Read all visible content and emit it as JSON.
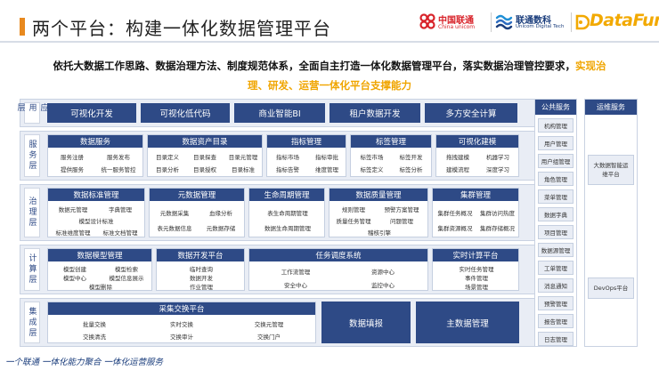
{
  "header": {
    "title": "两个平台：构建一体化数据管理平台",
    "logo_cu_name": "中国联通",
    "logo_cu_sub": "China unicom",
    "logo_ud_name": "联通数科",
    "logo_ud_sub": "Unicom Digital Tech",
    "logo_df": "DataFun."
  },
  "intro": {
    "line1_main": "依托大数据工作思路、数据治理方法、制度规范体系，全面自主打造一体化数据管理平台，落实数据治理管控要求，",
    "line1_hl": "实现治",
    "line2": "理、研发、运营一体化平台支撑能力"
  },
  "layers": {
    "app": {
      "label": "应用层",
      "items": [
        "可视化开发",
        "可视化低代码",
        "商业智能BI",
        "租户数据开发",
        "多方安全计算"
      ]
    },
    "service": {
      "label": "服务层",
      "groups": [
        {
          "title": "数据服务",
          "items": [
            "服务注册",
            "服务发布",
            "提供服务",
            "统一服务管控"
          ]
        },
        {
          "title": "数据资产目录",
          "items": [
            "目录定义",
            "目录探查",
            "目录元管理",
            "目录分析",
            "目录授权",
            "目录标准"
          ]
        },
        {
          "title": "指标管理",
          "items": [
            "指标市场",
            "指标审批",
            "指标告警",
            "维度管理"
          ]
        },
        {
          "title": "标签管理",
          "items": [
            "标签市场",
            "标签开发",
            "标签定义",
            "标签分析"
          ]
        },
        {
          "title": "可视化建模",
          "items": [
            "拖拽建模",
            "机器学习",
            "建模流程",
            "深度学习"
          ]
        }
      ]
    },
    "governance": {
      "label": "治理层",
      "groups": [
        {
          "title": "数据标准管理",
          "items": [
            "数据元管理",
            "字典管理",
            "模型设计标准",
            "标准维度管理",
            "标准文档管理"
          ]
        },
        {
          "title": "元数据管理",
          "items": [
            "元数据采集",
            "血缘分析",
            "表元数据信息",
            "元数据存储"
          ]
        },
        {
          "title": "生命周期管理",
          "items": [
            "表生命周期管理",
            "数据生命周期管理"
          ]
        },
        {
          "title": "数据质量管理",
          "items": [
            "规则管理",
            "预警方案管理",
            "质量任务管理",
            "问题管理",
            "稽核引擎"
          ]
        },
        {
          "title": "集群管理",
          "items": [
            "集群任务概况",
            "集群访问热度",
            "集群资源概况",
            "集群存储概况"
          ]
        }
      ]
    },
    "compute": {
      "label": "计算层",
      "groups": [
        {
          "title": "数据模型管理",
          "items": [
            "模型创建",
            "模型检索",
            "模型中心",
            "模型信息展示",
            "模型删除"
          ]
        },
        {
          "title": "数据开发平台",
          "items": [
            "临时查询",
            "数据开发",
            "作业管理"
          ]
        },
        {
          "title": "任务调度系统",
          "items": [
            "工作流管理",
            "资源中心",
            "安全中心",
            "监控中心"
          ]
        },
        {
          "title": "实时计算平台",
          "items": [
            "实时任务管理",
            "事件管理",
            "场景管理"
          ]
        }
      ]
    },
    "integration": {
      "label": "集成层",
      "group": {
        "title": "采集交换平台",
        "items": [
          "批量交换",
          "实时交换",
          "交换元管理",
          "交换清洗",
          "交换审计",
          "交换门户"
        ]
      },
      "boxes": [
        "数据填报",
        "主数据管理"
      ]
    }
  },
  "public_services": {
    "title": "公共服务",
    "items": [
      "机构管理",
      "用户管理",
      "用户组管理",
      "角色管理",
      "菜单管理",
      "数据字典",
      "项目管理",
      "数据源管理",
      "工单管理",
      "消息通知",
      "预警管理",
      "报告管理",
      "日志管理"
    ]
  },
  "ops_services": {
    "title": "运维服务",
    "items": [
      "大数据智能运维平台",
      "DevOps平台"
    ]
  },
  "footer": "一个联通 一体化能力聚合 一体化运营服务"
}
